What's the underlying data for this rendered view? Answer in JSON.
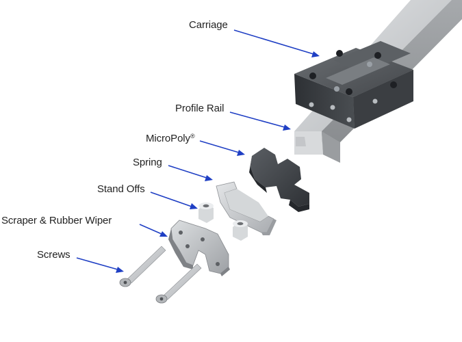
{
  "labels": {
    "carriage": "Carriage",
    "profile_rail": "Profile Rail",
    "micropoly": "MicroPoly",
    "micropoly_mark": "®",
    "spring": "Spring",
    "stand_offs": "Stand Offs",
    "scraper": "Scraper & Rubber Wiper",
    "screws": "Screws"
  },
  "colors": {
    "leader": "#1f3fc4",
    "rail": "#b9bcbf",
    "carriage": "#3a3d41",
    "micropoly": "#3d4045",
    "steel": "#c7cacd"
  }
}
